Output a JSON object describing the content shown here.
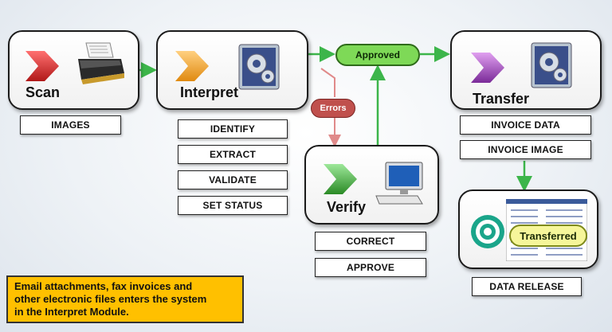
{
  "stages": {
    "scan": {
      "label": "Scan"
    },
    "interpret": {
      "label": "Interpret"
    },
    "transfer": {
      "label": "Transfer"
    },
    "verify": {
      "label": "Verify"
    }
  },
  "status": {
    "approved": "Approved",
    "errors": "Errors",
    "transferred": "Transferred"
  },
  "scan_items": [
    "IMAGES"
  ],
  "interpret_items": [
    "IDENTIFY",
    "EXTRACT",
    "VALIDATE",
    "SET STATUS"
  ],
  "verify_items": [
    "CORRECT",
    "APPROVE"
  ],
  "transfer_items": [
    "INVOICE DATA",
    "INVOICE IMAGE"
  ],
  "release": {
    "label": "DATA RELEASE"
  },
  "note": {
    "lines": [
      "Email attachments, fax invoices and",
      "other electronic files enters the system",
      "in the Interpret Module."
    ]
  },
  "colors": {
    "flow_arrow": "#3cb54a",
    "error_arrow": "#e08a8a",
    "scan_chevron": "#d62a2a",
    "interpret_chevron": "#f0a020",
    "transfer_chevron": "#9b3fb0",
    "verify_chevron": "#3aaa35",
    "note_bg": "#ffc000"
  },
  "icons": {
    "scan": "scanner-icon",
    "interpret": "server-gear-icon",
    "transfer": "server-gear-icon",
    "verify": "computer-icon",
    "release": "target-icon"
  }
}
